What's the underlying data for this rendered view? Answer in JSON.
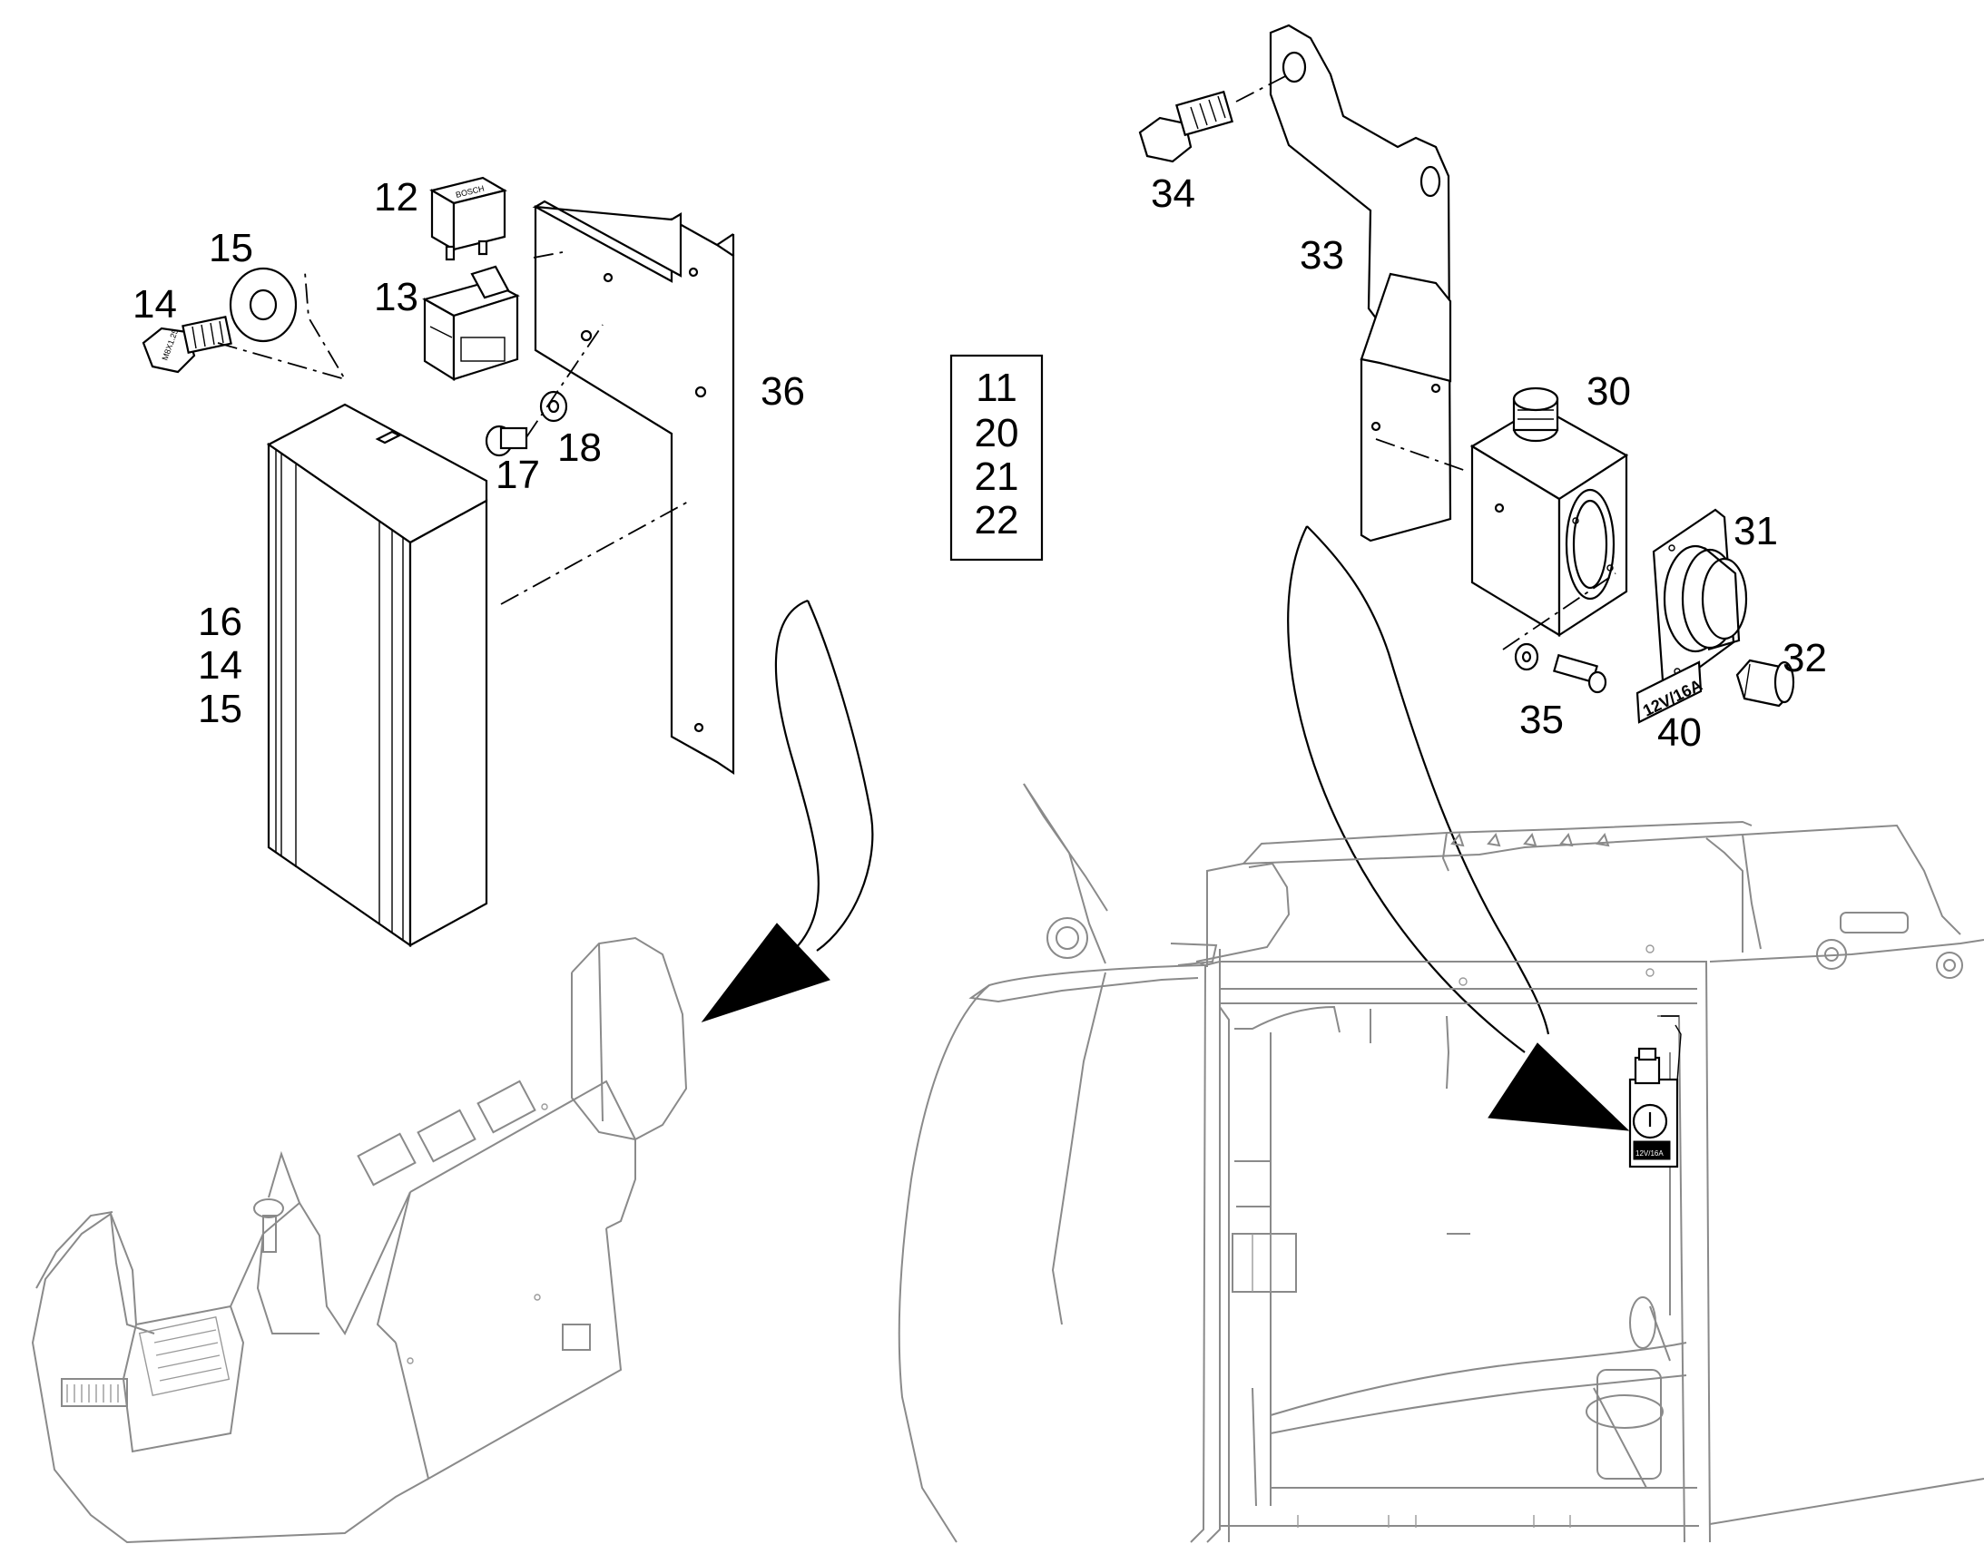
{
  "callouts": {
    "c12": "12",
    "c13": "13",
    "c14": "14",
    "c15": "15",
    "c17": "17",
    "c18": "18",
    "c36": "36",
    "group_left": [
      "16",
      "14",
      "15"
    ],
    "group_mid": [
      "11",
      "20",
      "21",
      "22"
    ],
    "c30": "30",
    "c31": "31",
    "c32": "32",
    "c33": "33",
    "c34": "34",
    "c35": "35",
    "c40": "40"
  },
  "marks": {
    "bolt14_text": "M8X1.25",
    "relay12_text": "BOSCH",
    "label40_text": "12V/16A",
    "socket_label_text": "12V/16A"
  }
}
